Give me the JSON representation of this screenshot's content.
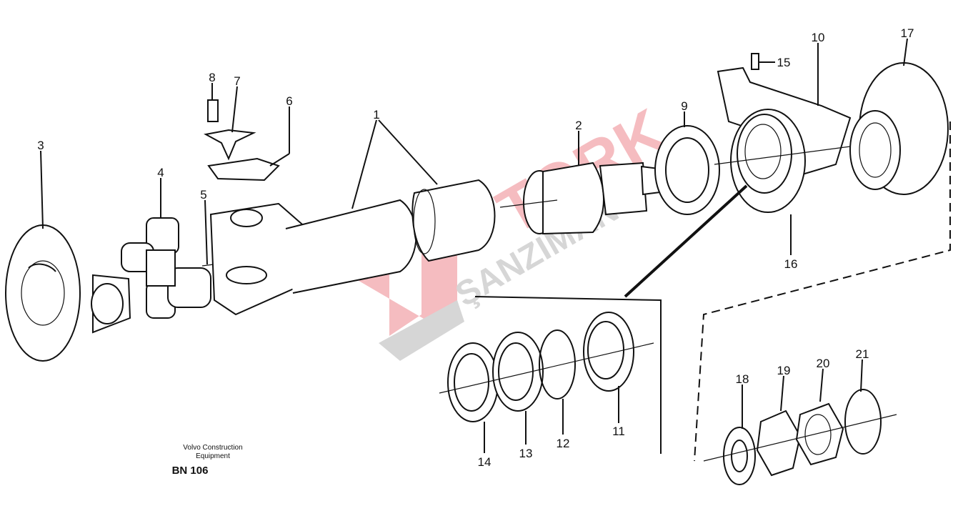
{
  "diagram": {
    "publisher_line1": "Volvo Construction",
    "publisher_line2": "Equipment",
    "code": "BN 106",
    "callouts": [
      "1",
      "2",
      "3",
      "4",
      "5",
      "6",
      "7",
      "8",
      "9",
      "10",
      "11",
      "12",
      "13",
      "14",
      "15",
      "16",
      "17",
      "18",
      "19",
      "20",
      "21"
    ]
  },
  "watermark": {
    "brand": "TORK",
    "sub": "ŞANZIMAN",
    "colors": {
      "red": "#f2a6ab",
      "gray": "#c8c8c8"
    }
  }
}
